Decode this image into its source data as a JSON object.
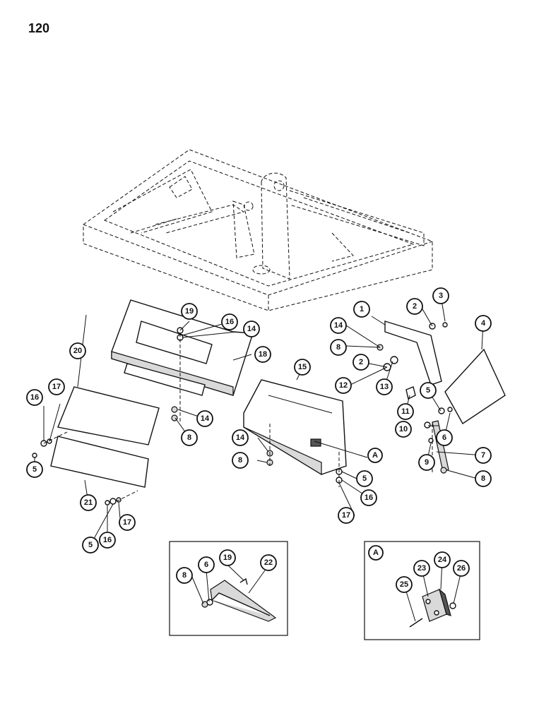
{
  "page": {
    "number": "120"
  },
  "callouts": {
    "c1": "1",
    "c2a": "2",
    "c3": "3",
    "c4": "4",
    "c14a": "14",
    "c8a": "8",
    "c2b": "2",
    "c12": "12",
    "c13": "13",
    "c11": "11",
    "c5a": "5",
    "c6a": "6",
    "c10": "10",
    "c9": "9",
    "c7": "7",
    "c8b": "8",
    "c19a": "19",
    "c16a": "16",
    "c14b": "14",
    "c18": "18",
    "c14c": "14",
    "c8c": "8",
    "c15": "15",
    "c14d": "14",
    "c8d": "8",
    "cA1": "A",
    "c5b": "5",
    "c16b": "16",
    "c17a": "17",
    "c20": "20",
    "c16c": "16",
    "c17b": "17",
    "c5c": "5",
    "c21": "21",
    "c5d": "5",
    "c16d": "16",
    "c17c": "17",
    "c8e": "8",
    "c6b": "6",
    "c19b": "19",
    "c22": "22",
    "cA2": "A",
    "c23": "23",
    "c24": "24",
    "c25": "25",
    "c26": "26"
  }
}
